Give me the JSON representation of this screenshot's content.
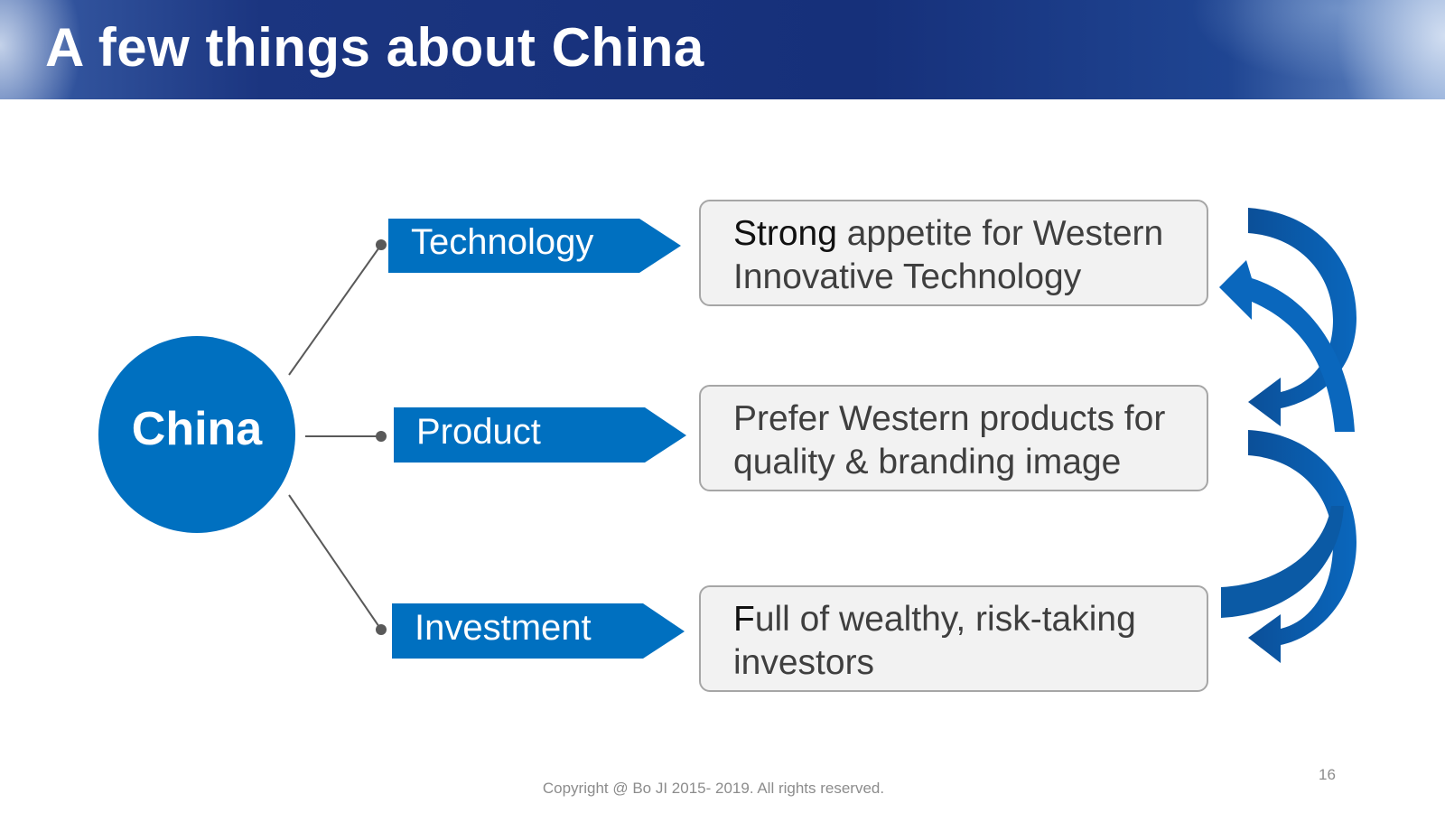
{
  "slide": {
    "title": "A few things about China",
    "footer": "Copyright @ Bo JI 2015- 2019. All rights reserved.",
    "page_number": "16"
  },
  "diagram": {
    "center": "China",
    "branches": [
      {
        "label": "Technology",
        "text_lead": "Strong",
        "text_rest": " appetite for Western Innovative Technology"
      },
      {
        "label": "Product",
        "text_lead": "",
        "text_rest": "Prefer Western products for quality & branding image"
      },
      {
        "label": "Investment",
        "text_lead": "F",
        "text_rest": "ull of wealthy, risk-taking investors"
      }
    ]
  },
  "colors": {
    "accent_blue": "#0070c0",
    "dark_blue": "#0b5aa5",
    "title_bar": "#16307a",
    "box_fill": "#f2f2f2",
    "box_border": "#a6a6a6",
    "connector": "#595959"
  }
}
